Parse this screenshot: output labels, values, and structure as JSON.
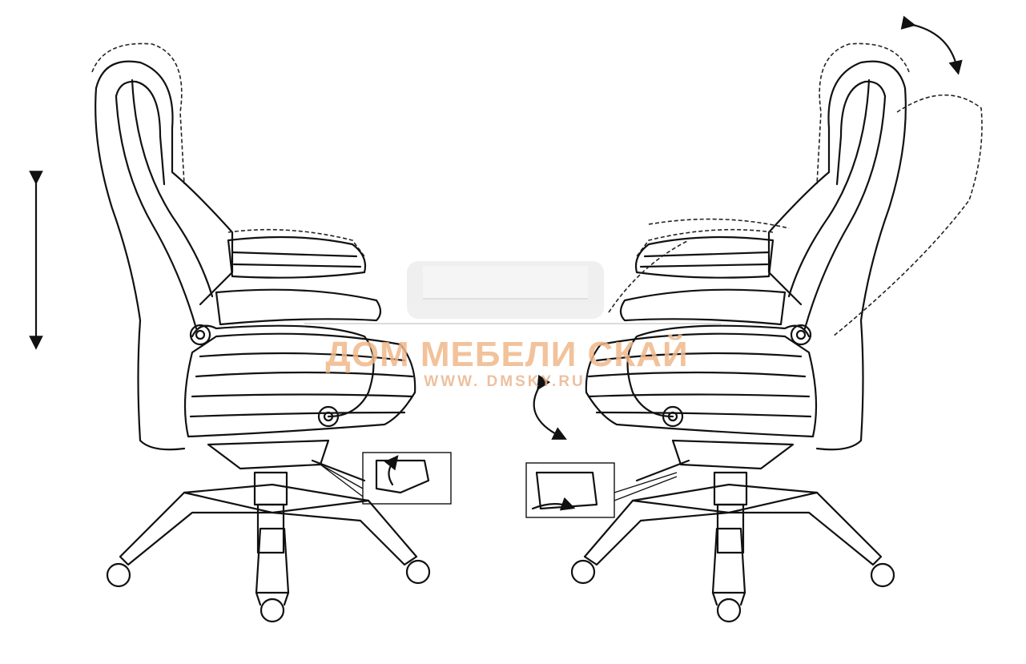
{
  "diagram": {
    "title": "Office chair adjustments: seat height and backrest tilt",
    "left_chair": "height-adjustment",
    "right_chair": "tilt-adjustment"
  },
  "watermark": {
    "brand": "ДОМ МЕБЕЛИ СКАЙ",
    "url": "WWW. DMSKY.RU"
  }
}
